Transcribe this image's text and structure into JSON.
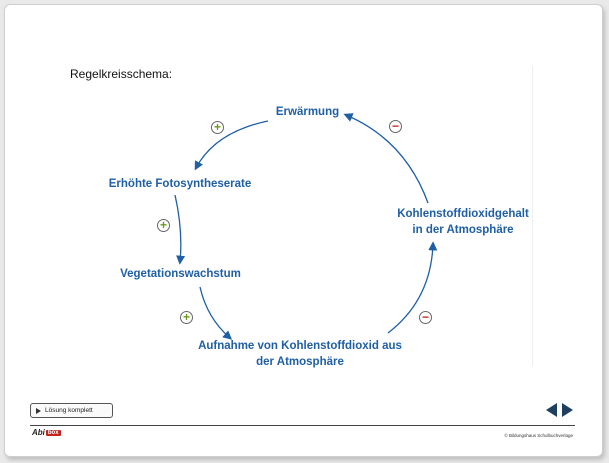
{
  "title": "Regelkreisschema:",
  "nodes": {
    "warming": "Erwärmung",
    "photosynthesis": "Erhöhte Fotosyntheserate",
    "growth": "Vegetationswachstum",
    "uptake_line1": "Aufnahme von Kohlenstoffdioxid aus",
    "uptake_line2": "der Atmosphäre",
    "co2_line1": "Kohlenstoffdioxidgehalt",
    "co2_line2": "in der Atmosphäre"
  },
  "signs": {
    "plus": "+",
    "minus": "−"
  },
  "solution_button": "Lösung komplett",
  "logo": {
    "text": "Abi",
    "box": "box"
  },
  "copyright": "© Bildungshaus Schulbuchverlage",
  "colors": {
    "accent": "#1f5fa6",
    "plus": "#6a9a1c",
    "minus": "#c0261d"
  }
}
